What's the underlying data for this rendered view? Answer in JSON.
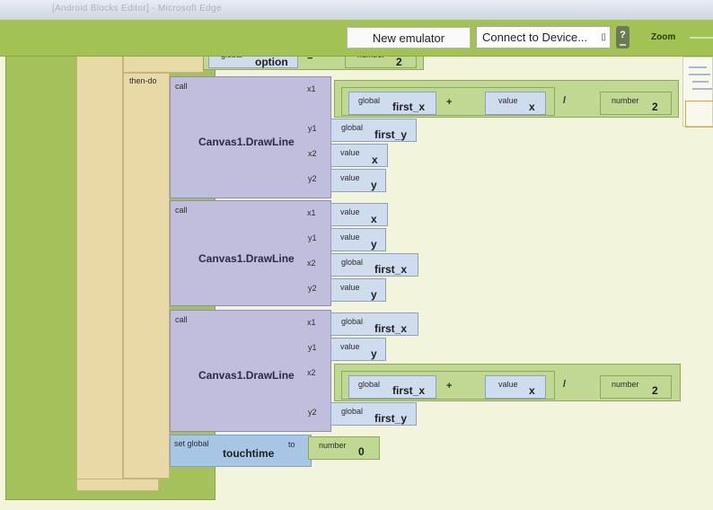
{
  "window": {
    "title": "[Android Blocks Editor] - Microsoft Edge"
  },
  "toolbar": {
    "new_emulator_label": "New emulator",
    "connect_label": "Connect to Device...",
    "connect_caret": "▯",
    "help_label": "?",
    "zoom_label": "Zoom"
  },
  "top_partial": {
    "kw_global": "global",
    "var_option": "option",
    "op_eq": "=",
    "kw_number": "number",
    "num": "2"
  },
  "then_do_label": "then-do",
  "calls": [
    {
      "call_label": "call",
      "proc_name": "Canvas1.DrawLine",
      "args": [
        "x1",
        "y1",
        "x2",
        "y2"
      ],
      "x1": {
        "kw_global": "global",
        "var": "first_x",
        "plus": "+",
        "kw_value": "value",
        "val": "x",
        "div": "/",
        "kw_number": "number",
        "num": "2"
      },
      "y1": {
        "kw": "global",
        "val": "first_y"
      },
      "x2": {
        "kw": "value",
        "val": "x"
      },
      "y2": {
        "kw": "value",
        "val": "y"
      }
    },
    {
      "call_label": "call",
      "proc_name": "Canvas1.DrawLine",
      "args": [
        "x1",
        "y1",
        "x2",
        "y2"
      ],
      "x1": {
        "kw": "value",
        "val": "x"
      },
      "y1": {
        "kw": "value",
        "val": "y"
      },
      "x2": {
        "kw": "global",
        "val": "first_x"
      },
      "y2": {
        "kw": "value",
        "val": "y"
      }
    },
    {
      "call_label": "call",
      "proc_name": "Canvas1.DrawLine",
      "args": [
        "x1",
        "y1",
        "x2",
        "y2"
      ],
      "x1": {
        "kw": "global",
        "val": "first_x"
      },
      "y1": {
        "kw": "value",
        "val": "y"
      },
      "x2": {
        "kw_global": "global",
        "var": "first_x",
        "plus": "+",
        "kw_value": "value",
        "val": "x",
        "div": "/",
        "kw_number": "number",
        "num": "2"
      },
      "y2": {
        "kw": "global",
        "val": "first_y"
      }
    }
  ],
  "set_block": {
    "set_label": "set global",
    "var": "touchtime",
    "to_label": "to",
    "kw_number": "number",
    "num": "0"
  }
}
